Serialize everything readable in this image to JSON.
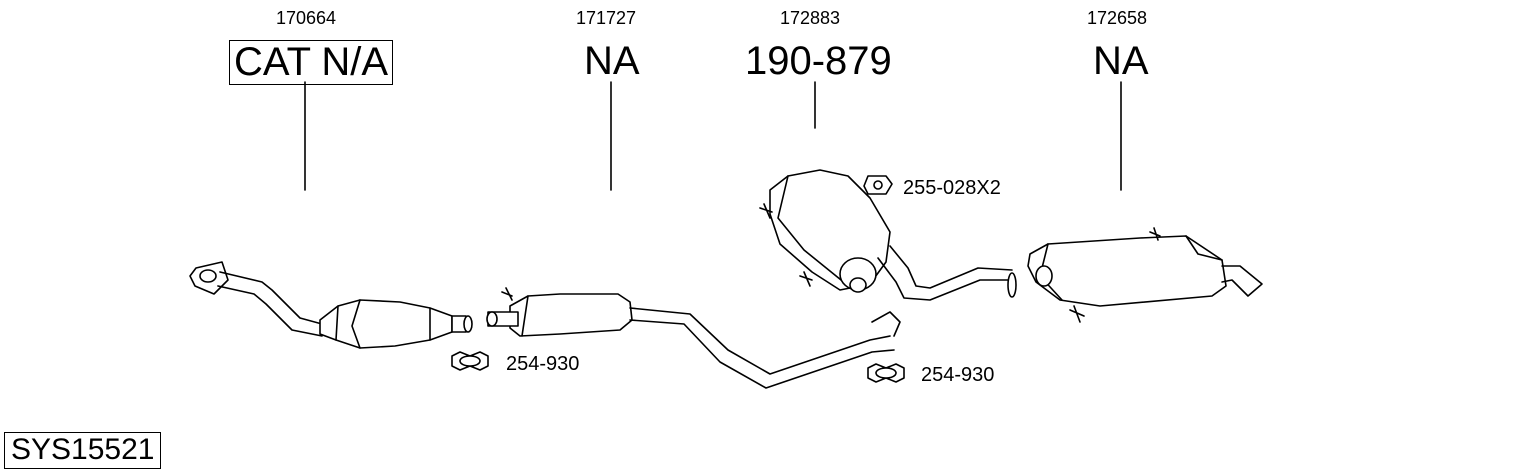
{
  "columns": [
    {
      "part_number": "170664",
      "reference": "CAT N/A"
    },
    {
      "part_number": "171727",
      "reference": "NA"
    },
    {
      "part_number": "172883",
      "reference": "190-879"
    },
    {
      "part_number": "172658",
      "reference": "NA"
    }
  ],
  "accessories": [
    {
      "label": "255-028X2",
      "icon": "rubber-hanger-icon"
    },
    {
      "label": "254-930",
      "icon": "pipe-clamp-icon"
    },
    {
      "label": "254-930",
      "icon": "pipe-clamp-icon"
    }
  ],
  "system_code": "SYS15521"
}
